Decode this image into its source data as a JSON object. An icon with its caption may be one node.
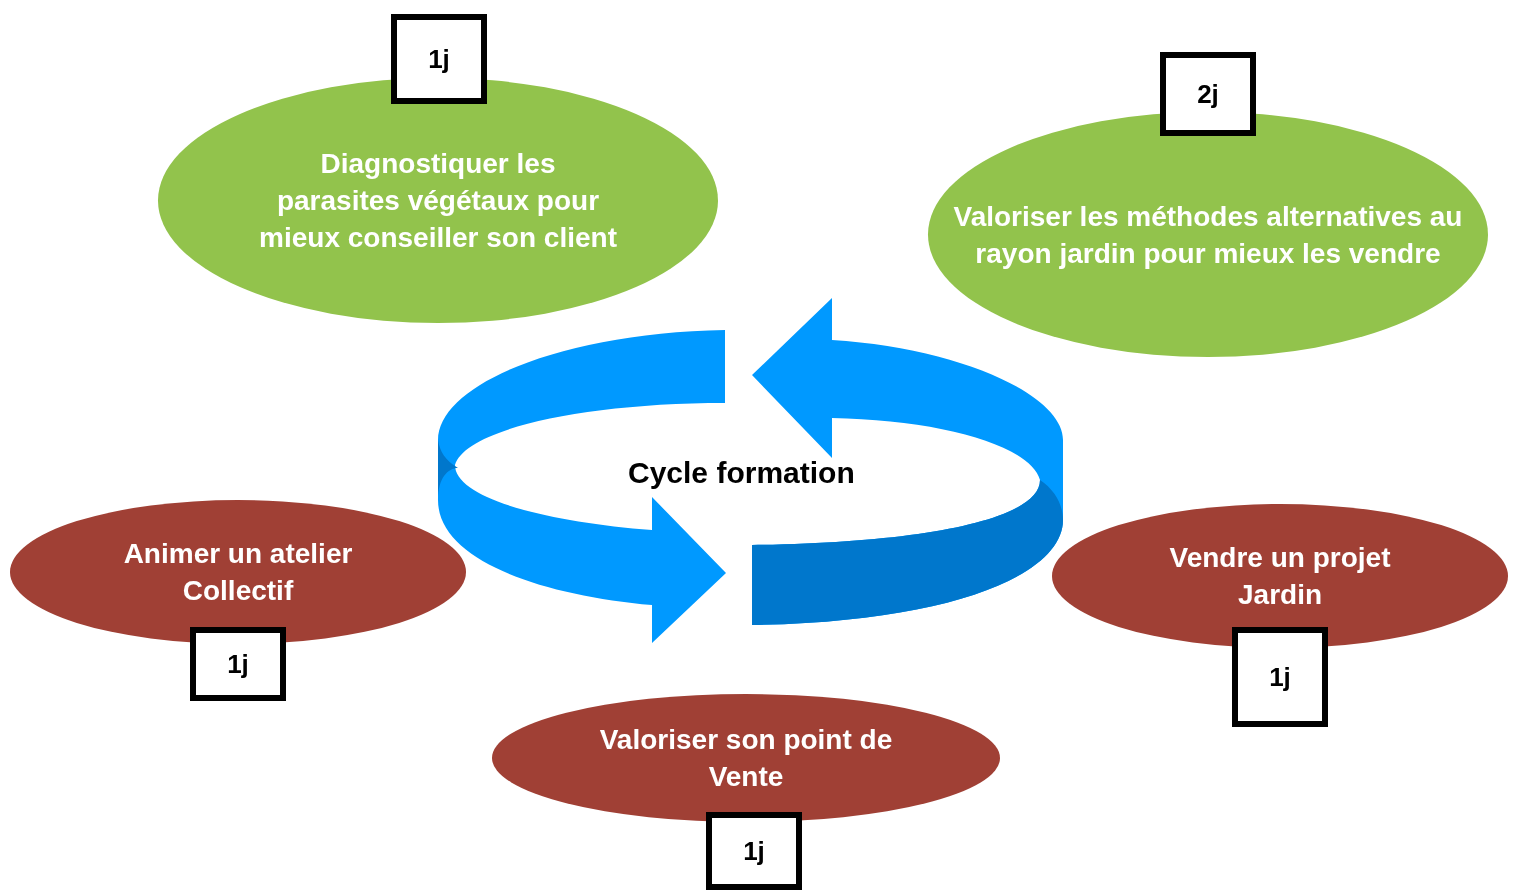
{
  "diagram": {
    "nodes": [
      {
        "text": [
          "Diagnostiquer les parasites végétaux pour mieux conseiller son client"
        ]
      },
      {
        "text": [
          "1j"
        ]
      },
      {
        "text": [
          "Valoriser les méthodes alternatives au rayon jardin pour mieux les vendre"
        ]
      },
      {
        "text": [
          "2j"
        ]
      },
      {
        "text": [
          "Animer un atelier Collectif"
        ]
      },
      {
        "text": [
          "1j"
        ]
      },
      {
        "text": [
          "Vendre un projet Jardin"
        ]
      },
      {
        "text": [
          "1j"
        ]
      },
      {
        "text": [
          "Valoriser son point de Vente"
        ]
      },
      {
        "text": [
          "1j"
        ]
      }
    ],
    "edges": [],
    "labels": [
      "Cycle formation"
    ]
  }
}
